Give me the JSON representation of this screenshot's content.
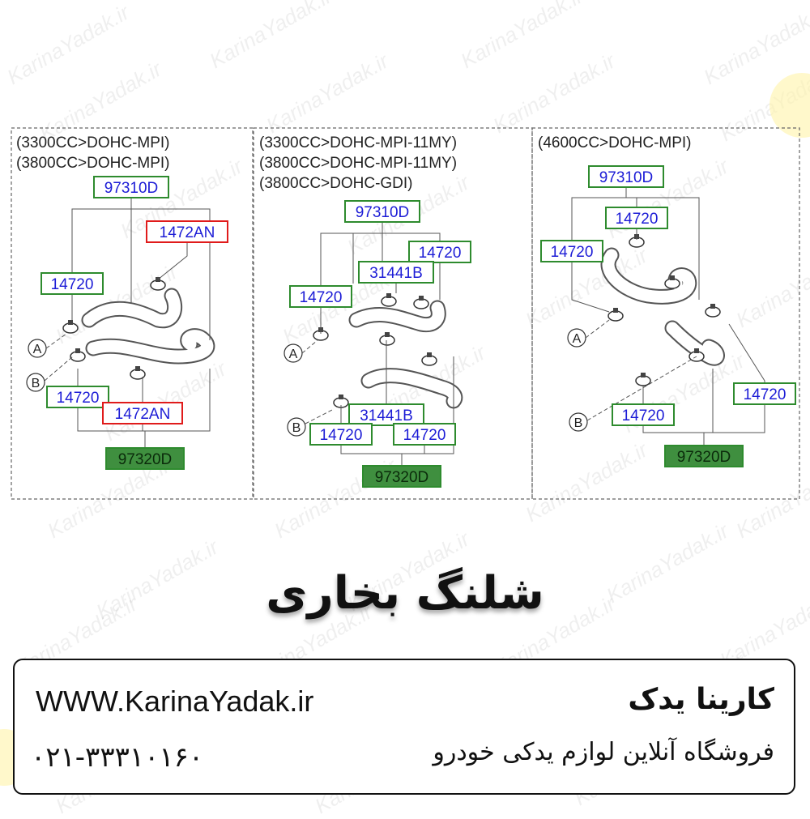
{
  "watermark_text": "KarinaYadak.ir",
  "sections": [
    {
      "conditions": [
        "(3300CC>DOHC-MPI)",
        "(3800CC>DOHC-MPI)"
      ],
      "boxes": [
        {
          "label": "97310D",
          "style": "plain"
        },
        {
          "label": "1472AN",
          "style": "red"
        },
        {
          "label": "14720",
          "style": "plain"
        },
        {
          "label": "14720",
          "style": "plain"
        },
        {
          "label": "1472AN",
          "style": "red"
        },
        {
          "label": "97320D",
          "style": "filled"
        }
      ],
      "connectors": [
        "A",
        "B"
      ]
    },
    {
      "conditions": [
        "(3300CC>DOHC-MPI-11MY)",
        "(3800CC>DOHC-MPI-11MY)",
        "(3800CC>DOHC-GDI)"
      ],
      "boxes": [
        {
          "label": "97310D",
          "style": "plain"
        },
        {
          "label": "14720",
          "style": "plain"
        },
        {
          "label": "31441B",
          "style": "plain"
        },
        {
          "label": "14720",
          "style": "plain"
        },
        {
          "label": "31441B",
          "style": "plain"
        },
        {
          "label": "14720",
          "style": "plain"
        },
        {
          "label": "14720",
          "style": "plain"
        },
        {
          "label": "97320D",
          "style": "filled"
        }
      ],
      "connectors": [
        "A",
        "B"
      ]
    },
    {
      "conditions": [
        "(4600CC>DOHC-MPI)"
      ],
      "boxes": [
        {
          "label": "97310D",
          "style": "plain"
        },
        {
          "label": "14720",
          "style": "plain"
        },
        {
          "label": "14720",
          "style": "plain"
        },
        {
          "label": "14720",
          "style": "plain"
        },
        {
          "label": "14720",
          "style": "plain"
        },
        {
          "label": "97320D",
          "style": "filled"
        }
      ],
      "connectors": [
        "A",
        "B"
      ]
    }
  ],
  "title": "شلنگ بخاری",
  "footer": {
    "website": "WWW.KarinaYadak.ir",
    "phone": "۰۲۱-۳۳۳۱۰۱۶۰",
    "shop_name": "کارینا یدک",
    "tagline": "فروشگاه آنلاین لوازم یدکی خودرو"
  },
  "colors": {
    "box_border": "#2e8b2e",
    "box_text": "#1c1cd6",
    "red_border": "#e01b1b",
    "filled_bg": "#3f8f3f",
    "filled_text": "#0b2b0b"
  }
}
